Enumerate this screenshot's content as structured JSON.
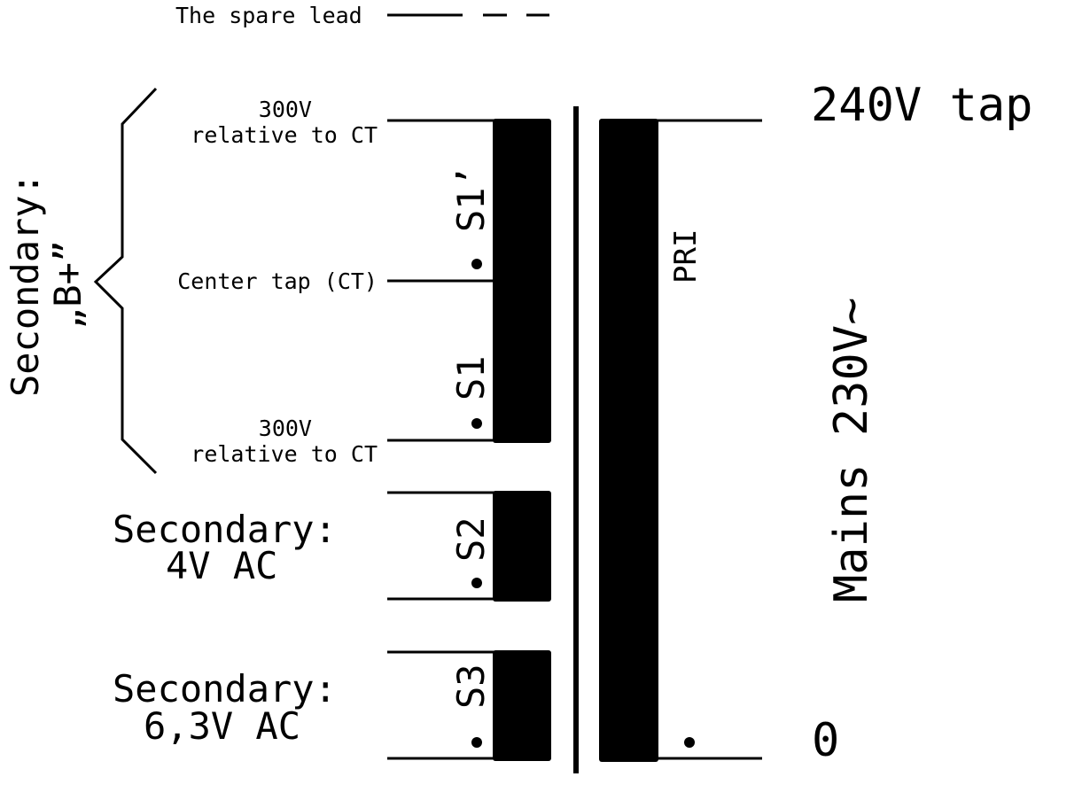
{
  "spare_lead_label": "The spare lead",
  "secondary_bplus": {
    "title": "Secondary:",
    "subtitle": "„B+”",
    "top_voltage": "300V",
    "top_relative": "relative to CT",
    "center_tap": "Center tap (CT)",
    "bottom_voltage": "300V",
    "bottom_relative": "relative to CT"
  },
  "winding_labels": {
    "s1_prime": "S1’",
    "s1": "S1",
    "s2": "S2",
    "s3": "S3",
    "pri": "PRI"
  },
  "secondary_4v": {
    "title": "Secondary:",
    "value": "4V AC"
  },
  "secondary_6v3": {
    "title": "Secondary:",
    "value": "6,3V AC"
  },
  "primary": {
    "tap_240": "240V tap",
    "mains": "Mains 230V~",
    "zero": "0"
  },
  "colors": {
    "ink": "#000000",
    "background": "#ffffff"
  }
}
